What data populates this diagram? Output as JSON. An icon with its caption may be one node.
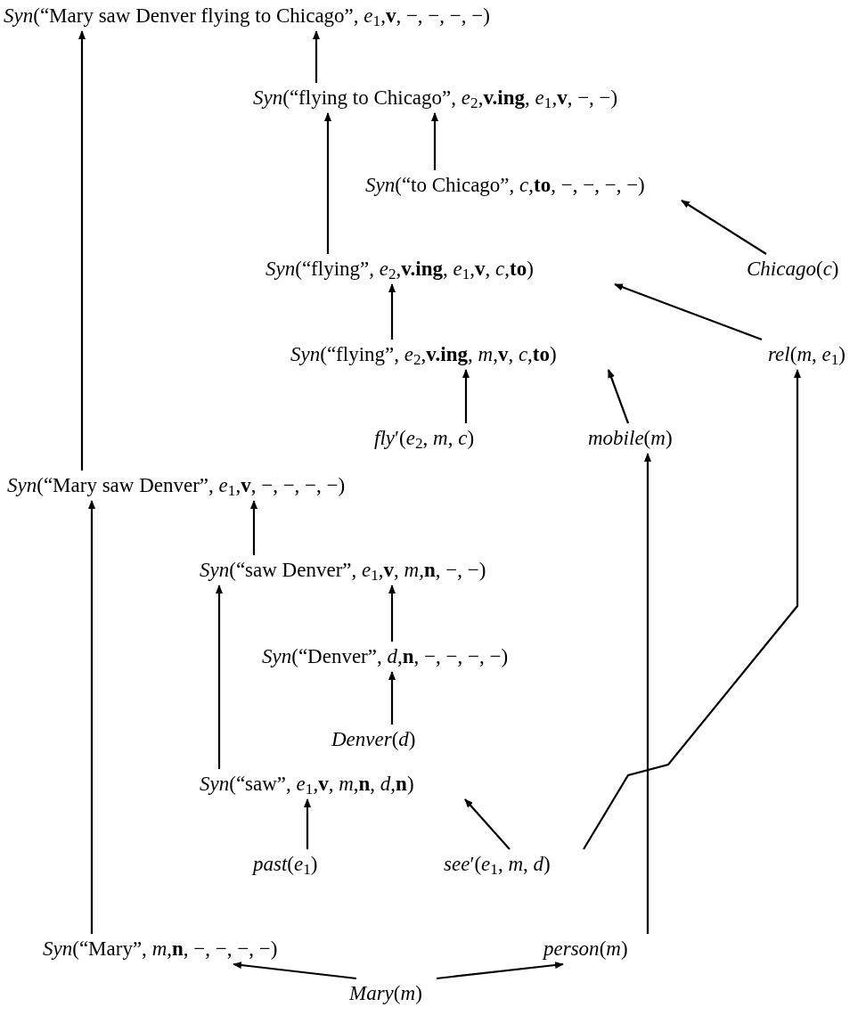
{
  "diagram": {
    "nodes": [
      {
        "text": [
          "*Syn*(“Mary saw Denver flying to Chicago”, *e*$_{1}$,**v**, −, −, −, −)"
        ]
      },
      {
        "text": [
          "*Syn*(“flying to Chicago”, *e*$_{2}$,**v.ing**, *e*$_{1}$,**v**, −, −)"
        ]
      },
      {
        "text": [
          "*Syn*(“to Chicago”, *c*,**to**, −, −, −, −)"
        ]
      },
      {
        "text": [
          "*Syn*(“flying”, *e*$_{2}$,**v.ing**, *e*$_{1}$,**v**, *c*,**to**)"
        ]
      },
      {
        "text": [
          "*Chicago*(*c*)"
        ]
      },
      {
        "text": [
          "*Syn*(“flying”, *e*$_{2}$,**v.ing**, *m*,**v**, *c*,**to**)"
        ]
      },
      {
        "text": [
          "*rel*(*m*, *e*$_{1}$)"
        ]
      },
      {
        "text": [
          "*fly*′(*e*$_{2}$, *m*, *c*)"
        ]
      },
      {
        "text": [
          "*mobile*(*m*)"
        ]
      },
      {
        "text": [
          "*Syn*(“Mary saw Denver”, *e*$_{1}$,**v**, −, −, −, −)"
        ]
      },
      {
        "text": [
          "*Syn*(“saw Denver”, *e*$_{1}$,**v**, *m*,**n**, −, −)"
        ]
      },
      {
        "text": [
          "*Syn*(“Denver”, *d*,**n**, −, −, −, −)"
        ]
      },
      {
        "text": [
          "*Denver*(*d*)"
        ]
      },
      {
        "text": [
          "*Syn*(“saw”, *e*$_{1}$,**v**, *m*,**n**, *d*,**n**)"
        ]
      },
      {
        "text": [
          "*past*(*e*$_{1}$)"
        ]
      },
      {
        "text": [
          "*see*′(*e*$_{1}$, *m*, *d*)"
        ]
      },
      {
        "text": [
          "*Syn*(“Mary”, *m*,**n**, −, −, −, −)"
        ]
      },
      {
        "text": [
          "*person*(*m*)"
        ]
      },
      {
        "text": [
          "*Mary*(*m*)"
        ]
      }
    ],
    "edges": [
      {
        "from": 1,
        "to": 0,
        "arrow": "to"
      },
      {
        "from": 9,
        "to": 0,
        "arrow": "to"
      },
      {
        "from": 2,
        "to": 1,
        "arrow": "to"
      },
      {
        "from": 3,
        "to": 1,
        "arrow": "to"
      },
      {
        "from": 4,
        "to": 2,
        "arrow": "to"
      },
      {
        "from": 5,
        "to": 3,
        "arrow": "to"
      },
      {
        "from": 6,
        "to": 3,
        "arrow": "to"
      },
      {
        "from": 7,
        "to": 5,
        "arrow": "to"
      },
      {
        "from": 8,
        "to": 5,
        "arrow": "to"
      },
      {
        "from": 10,
        "to": 9,
        "arrow": "to"
      },
      {
        "from": 13,
        "to": 10,
        "arrow": "to"
      },
      {
        "from": 11,
        "to": 10,
        "arrow": "to"
      },
      {
        "from": 12,
        "to": 11,
        "arrow": "to"
      },
      {
        "from": 14,
        "to": 13,
        "arrow": "to"
      },
      {
        "from": 15,
        "to": 13,
        "arrow": "to"
      },
      {
        "from": 16,
        "to": 9,
        "arrow": "to"
      },
      {
        "from": 18,
        "to": 16,
        "arrow": "to"
      },
      {
        "from": 18,
        "to": 17,
        "arrow": "to"
      },
      {
        "from": 17,
        "to": 8,
        "arrow": "to"
      },
      {
        "from": 15,
        "to": 6,
        "arrow": "to"
      }
    ]
  }
}
